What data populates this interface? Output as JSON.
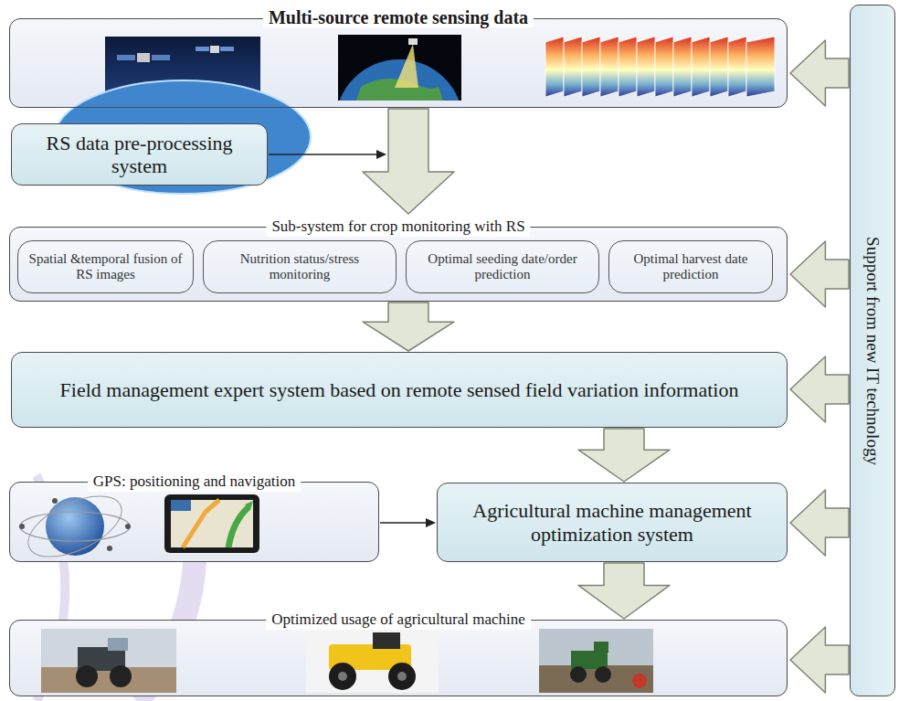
{
  "diagram": {
    "nodes": [
      {
        "text": [
          "Multi-source remote sensing data"
        ]
      },
      {
        "text": [
          "RS data pre-processing system"
        ]
      },
      {
        "text": [
          "Sub-system for crop monitoring with RS"
        ]
      },
      {
        "text": [
          "Spatial &temporal fusion of RS images"
        ],
        "in": 2
      },
      {
        "text": [
          "Nutrition status/stress monitoring"
        ],
        "in": 2
      },
      {
        "text": [
          "Optimal seeding date/order prediction"
        ],
        "in": 2
      },
      {
        "text": [
          "Optimal harvest date prediction"
        ],
        "in": 2
      },
      {
        "text": [
          "Field management expert system based on remote sensed field variation information"
        ]
      },
      {
        "text": [
          "GPS: positioning and navigation"
        ]
      },
      {
        "text": [
          "Agricultural machine management optimization system"
        ]
      },
      {
        "text": [
          "Optimized usage of agricultural machine"
        ]
      },
      {
        "text": [
          "Support from new IT technology"
        ]
      }
    ],
    "edges": [
      {
        "from": 0,
        "to": 2,
        "arrow": "to"
      },
      {
        "from": 1,
        "to": 2,
        "arrow": "to"
      },
      {
        "from": 2,
        "to": 7,
        "arrow": "to"
      },
      {
        "from": 7,
        "to": 9,
        "arrow": "to"
      },
      {
        "from": 8,
        "to": 9,
        "arrow": "to"
      },
      {
        "from": 9,
        "to": 10,
        "arrow": "to"
      },
      {
        "from": 11,
        "to": 0,
        "arrow": "to"
      },
      {
        "from": 11,
        "to": 2,
        "arrow": "to"
      },
      {
        "from": 11,
        "to": 7,
        "arrow": "to"
      },
      {
        "from": 11,
        "to": 9,
        "arrow": "to"
      },
      {
        "from": 11,
        "to": 10,
        "arrow": "to"
      }
    ]
  }
}
